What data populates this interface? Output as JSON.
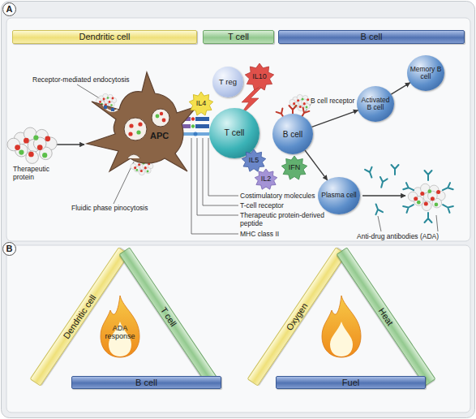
{
  "diagram": {
    "nodes": [
      {
        "text": [
          "A"
        ]
      },
      {
        "text": [
          "Dendritic cell"
        ]
      },
      {
        "text": [
          "T cell"
        ]
      },
      {
        "text": [
          "B cell"
        ]
      },
      {
        "text": [
          "APC"
        ]
      },
      {
        "text": [
          "IL4"
        ]
      },
      {
        "text": [
          "T reg"
        ]
      },
      {
        "text": [
          "IL10"
        ]
      },
      {
        "text": [
          "T cell"
        ]
      },
      {
        "text": [
          "B cell"
        ]
      },
      {
        "text": [
          "Memory B cell"
        ]
      },
      {
        "text": [
          "Activated B cell"
        ]
      },
      {
        "text": [
          "IL5"
        ]
      },
      {
        "text": [
          "IL2"
        ]
      },
      {
        "text": [
          "IFN"
        ]
      },
      {
        "text": [
          "Plasma cell"
        ]
      },
      {
        "text": [
          "B"
        ]
      },
      {
        "text": [
          "Dendritic cell"
        ]
      },
      {
        "text": [
          "T cell"
        ]
      },
      {
        "text": [
          "B cell"
        ]
      },
      {
        "text": [
          "ADA response"
        ]
      },
      {
        "text": [
          "Oxygen"
        ]
      },
      {
        "text": [
          "Heat"
        ]
      },
      {
        "text": [
          "Fuel"
        ]
      }
    ],
    "edges": [
      {
        "from": 9,
        "to": 11,
        "arrow": "to"
      },
      {
        "from": 11,
        "to": 10,
        "arrow": "to"
      },
      {
        "from": 9,
        "to": 15,
        "arrow": "to"
      }
    ],
    "labels": [
      "Receptor-mediated endocytosis",
      "Therapeutic protein",
      "Fluidic phase pinocytosis",
      "B cell receptor",
      "Costimulatory molecules",
      "T-cell receptor",
      "Therapeutic protein-derived peptide",
      "MHC class II",
      "Anti-drug antibodies (ADA)"
    ]
  }
}
